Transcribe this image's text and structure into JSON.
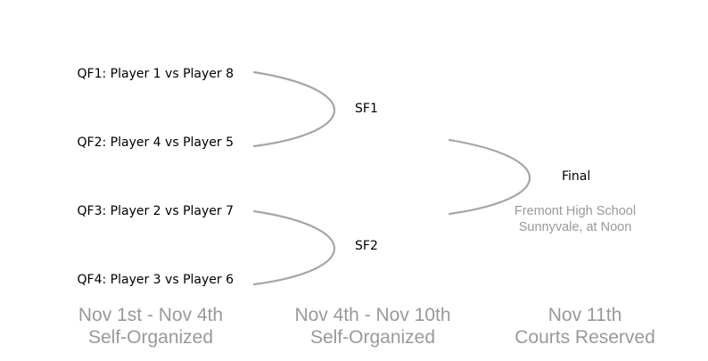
{
  "quarterfinals": [
    {
      "label": "QF1: Player 1 vs Player 8"
    },
    {
      "label": "QF2: Player 4 vs Player 5"
    },
    {
      "label": "QF3: Player 2 vs Player 7"
    },
    {
      "label": "QF4: Player 3 vs Player 6"
    }
  ],
  "semifinals": [
    {
      "label": "SF1"
    },
    {
      "label": "SF2"
    }
  ],
  "final": {
    "label": "Final",
    "venue_line1": "Fremont High School",
    "venue_line2": "Sunnyvale, at Noon"
  },
  "stages": [
    {
      "dates": "Nov 1st - Nov 4th",
      "mode": "Self-Organized"
    },
    {
      "dates": "Nov 4th - Nov 10th",
      "mode": "Self-Organized"
    },
    {
      "dates": "Nov 11th",
      "mode": "Courts Reserved"
    }
  ],
  "colors": {
    "connector": "#a6a6a6",
    "stage_text": "#999999",
    "venue_text": "#999999",
    "match_text": "#000000"
  }
}
